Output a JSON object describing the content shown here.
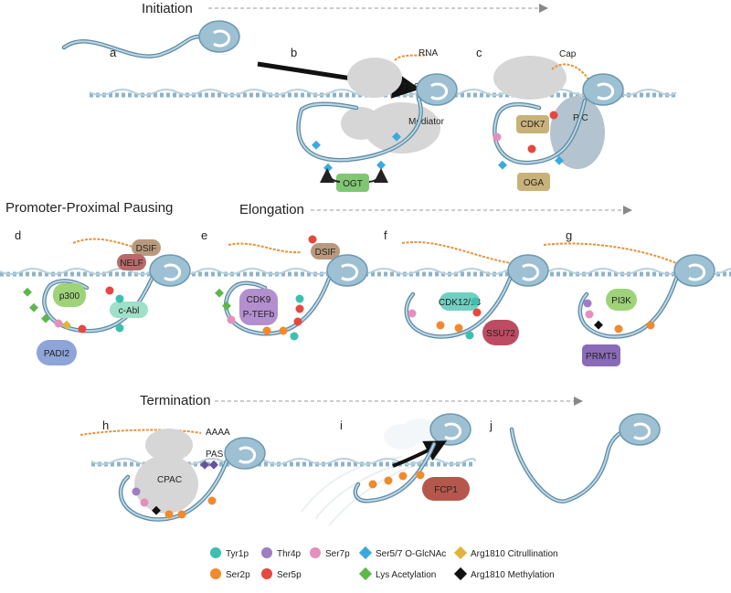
{
  "stages": {
    "initiation": "Initiation",
    "pausing": "Promoter-Proximal Pausing",
    "elongation": "Elongation",
    "termination": "Termination"
  },
  "panels": [
    "a",
    "b",
    "c",
    "d",
    "e",
    "f",
    "g",
    "h",
    "i",
    "j"
  ],
  "labels": {
    "rna": "RNA",
    "tss": "TSS",
    "mediator": "Mediator",
    "cap": "Cap",
    "pic": "PIC",
    "cdk7": "CDK7",
    "ogt": "OGT",
    "oga": "OGA",
    "dsif": "DSIF",
    "nelf": "NELF",
    "p300": "p300",
    "cabl": "c-Abl",
    "padi2": "PADI2",
    "cdk9": "CDK9",
    "ptefb": "P-TEFb",
    "cdk1213": "CDK12/13",
    "ssu72": "SSU72",
    "pi3k": "PI3K",
    "prmt5": "PRMT5",
    "cpac": "CPAC",
    "pas": "PAS",
    "polya": "AAAA",
    "fcp1": "FCP1"
  },
  "legend": [
    {
      "label": "Tyr1p",
      "shape": "circle",
      "color": "#3dbfb0"
    },
    {
      "label": "Thr4p",
      "shape": "circle",
      "color": "#a07cc4"
    },
    {
      "label": "Ser7p",
      "shape": "circle",
      "color": "#e58fbd"
    },
    {
      "label": "Ser5/7 O-GlcNAc",
      "shape": "diamond",
      "color": "#3aa9df"
    },
    {
      "label": "Arg1810 Citrullination",
      "shape": "diamond",
      "color": "#e3b23c"
    },
    {
      "label": "Ser2p",
      "shape": "circle",
      "color": "#f08a2d"
    },
    {
      "label": "Ser5p",
      "shape": "circle",
      "color": "#e5483f"
    },
    {
      "label": "Lys Acetylation",
      "shape": "diamond",
      "color": "#5cb848"
    },
    {
      "label": "Arg1810 Methylation",
      "shape": "diamond",
      "color": "#111111"
    }
  ],
  "colors": {
    "pol2": "#9dc0d3",
    "complex_gray": "#d6d6d6",
    "ogt": "#7fc773",
    "oga_cdk7": "#c9b27a",
    "dsif": "#b9997d",
    "nelf": "#b86a6a",
    "p300_pi3k": "#9fd37a",
    "cabl": "#9fe0c9",
    "padi2": "#8fa4d8",
    "cdk9": "#b38fd0",
    "cdk1213": "#6fd0c1",
    "ssu72": "#bd4c63",
    "prmt5": "#8a6bb8",
    "fcp1": "#b5584b"
  }
}
